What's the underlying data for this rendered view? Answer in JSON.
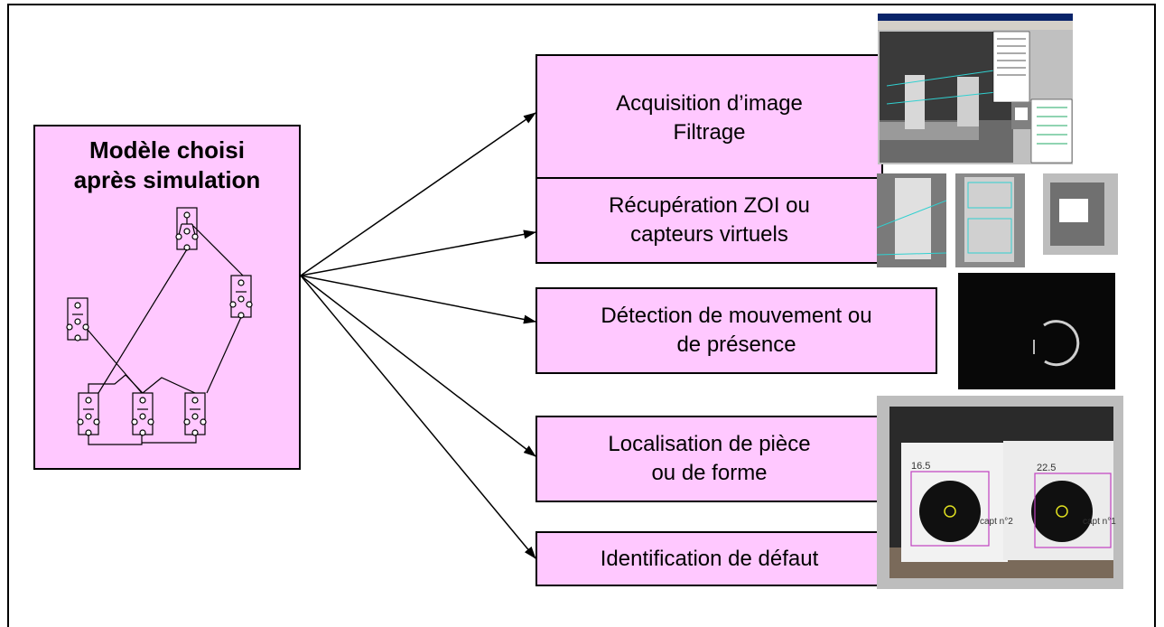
{
  "model": {
    "title_line1": "Modèle choisi",
    "title_line2": "après simulation"
  },
  "steps": [
    {
      "line1": "Acquisition d’image",
      "line2": "Filtrage"
    },
    {
      "line1": "Récupération ZOI ou",
      "line2": "capteurs virtuels"
    },
    {
      "line1": "Détection de mouvement ou",
      "line2": "de présence"
    },
    {
      "line1": "Localisation de pièce",
      "line2": "ou de forme"
    },
    {
      "line1": "Identification de défaut",
      "line2": ""
    }
  ],
  "photos": {
    "localisation_label_left": "16.5",
    "localisation_label_right": "22.5",
    "capt_left": "capt n°2",
    "capt_right": "capt n°1"
  },
  "colors": {
    "box_fill": "#ffc8ff",
    "line": "#000000",
    "roi_magenta": "#c040c0",
    "roi_cyan": "#30d0d0"
  }
}
